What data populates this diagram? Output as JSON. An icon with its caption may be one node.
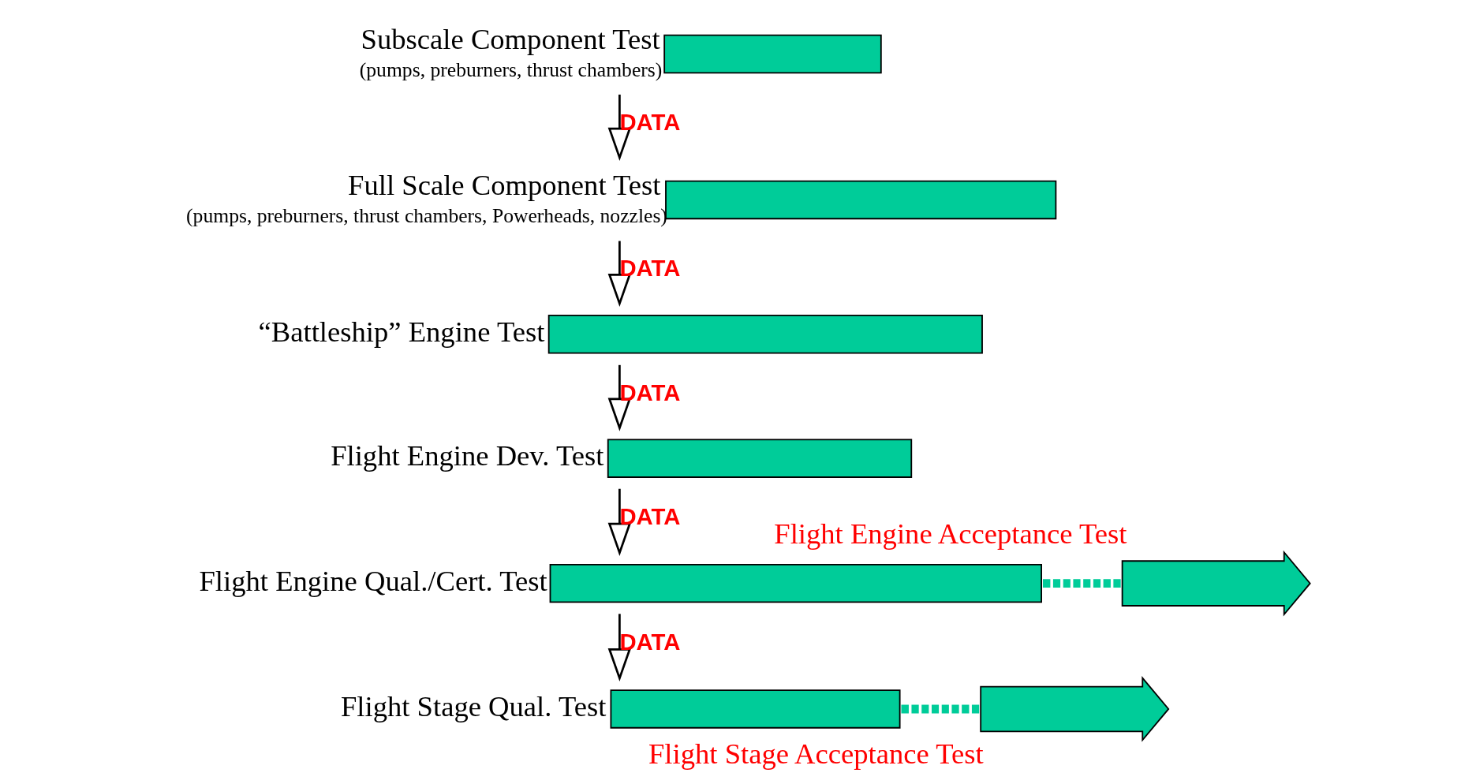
{
  "diagram": {
    "nodes": [
      {
        "text": [
          "Subscale Component Test",
          "(pumps, preburners, thrust chambers)"
        ]
      },
      {
        "text": [
          "Full Scale Component Test",
          "(pumps, preburners, thrust chambers, Powerheads, nozzles)"
        ]
      },
      {
        "text": [
          "“Battleship” Engine Test"
        ]
      },
      {
        "text": [
          "Flight Engine Dev. Test"
        ]
      },
      {
        "text": [
          "Flight Engine Qual./Cert. Test"
        ]
      },
      {
        "text": [
          "Flight Engine Acceptance Test"
        ]
      },
      {
        "text": [
          "Flight Stage Qual. Test"
        ]
      },
      {
        "text": [
          "Flight Stage Acceptance Test"
        ]
      }
    ],
    "edges": [
      {
        "from": 0,
        "to": 1,
        "arrow": "to",
        "label": "DATA"
      },
      {
        "from": 1,
        "to": 2,
        "arrow": "to",
        "label": "DATA"
      },
      {
        "from": 2,
        "to": 3,
        "arrow": "to",
        "label": "DATA"
      },
      {
        "from": 3,
        "to": 4,
        "arrow": "to",
        "label": "DATA"
      },
      {
        "from": 4,
        "to": 6,
        "arrow": "to",
        "label": "DATA"
      },
      {
        "from": 4,
        "to": 5,
        "arrow": "none",
        "style": "dashed",
        "color": "#00cc99"
      },
      {
        "from": 6,
        "to": 7,
        "arrow": "none",
        "style": "dashed",
        "color": "#00cc99"
      }
    ]
  }
}
